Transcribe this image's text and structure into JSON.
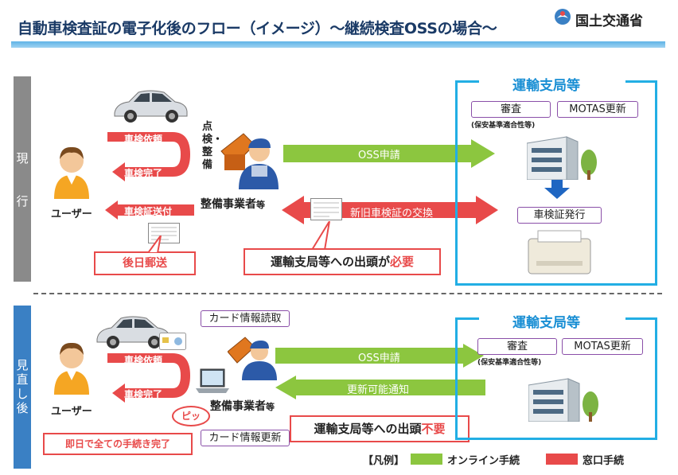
{
  "title": "自動車検査証の電子化後のフロー（イメージ）～継続検査OSSの場合～",
  "ministry": "国土交通省",
  "current": {
    "side_label": "現行",
    "user_label": "ユーザー",
    "request_label": "車検依頼",
    "complete_label": "車検完了",
    "send_label": "車検証送付",
    "mail_label": "後日郵送",
    "inspect_label": "点検・整備",
    "shop_label": "整備事業者",
    "shop_suffix": "等",
    "oss_label": "OSS申請",
    "exchange_label": "新旧車検証の交換",
    "visit_prefix": "運輸支局等への出頭が",
    "visit_emph": "必要",
    "bureau_title": "運輸支局等",
    "review_label": "審査",
    "motas_label": "MOTAS更新",
    "note": "(保安基準適合性等)",
    "issue_label": "車検証発行"
  },
  "future": {
    "side_label": "見直し後",
    "user_label": "ユーザー",
    "request_label": "車検依頼",
    "complete_label": "車検完了",
    "card_read_label": "カード情報読取",
    "card_update_label": "カード情報更新",
    "beep_label": "ピッ",
    "sameday_label": "即日で全ての手続き完了",
    "shop_label": "整備事業者",
    "shop_suffix": "等",
    "oss_label": "OSS申請",
    "notify_label": "更新可能通知",
    "visit_prefix": "運輸支局等への出頭",
    "visit_emph": "不要",
    "bureau_title": "運輸支局等",
    "review_label": "審査",
    "motas_label": "MOTAS更新",
    "note": "(保安基準適合性等)"
  },
  "legend": {
    "title": "【凡例】",
    "online_label": "オンライン手続",
    "counter_label": "窓口手続"
  },
  "colors": {
    "green": "#8cc63f",
    "red": "#e84a4a",
    "blue": "#22aee4",
    "purple": "#8a4fa8"
  }
}
